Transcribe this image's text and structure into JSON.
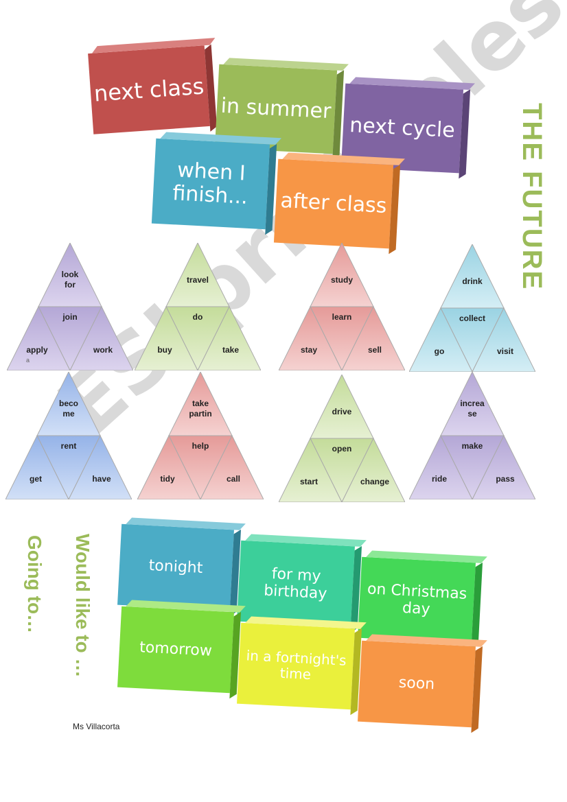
{
  "heading": "THE FUTURE",
  "time_blocks_top": [
    {
      "text": "next class",
      "color": "#c0504d",
      "side": "#8e3634",
      "top": "#d9807e"
    },
    {
      "text": "in summer",
      "color": "#9bbb59",
      "side": "#6f8a3c",
      "top": "#bcd38e"
    },
    {
      "text": "next cycle",
      "color": "#8064a2",
      "side": "#5b4476",
      "top": "#a892c4"
    },
    {
      "text": "when I finish...",
      "color": "#4bacc6",
      "side": "#2f7c91",
      "top": "#86cadb"
    },
    {
      "text": "after class",
      "color": "#f79646",
      "side": "#c06a23",
      "top": "#fab47f"
    }
  ],
  "pyramids": [
    {
      "words": [
        "look for",
        "join",
        "apply",
        "work"
      ],
      "colors": [
        "#b4a7d6",
        "#dcd4ee"
      ]
    },
    {
      "words": [
        "travel",
        "do",
        "buy",
        "take"
      ],
      "colors": [
        "#c4dc9a",
        "#e6f0d3"
      ]
    },
    {
      "words": [
        "study",
        "learn",
        "stay",
        "sell"
      ],
      "colors": [
        "#e59a98",
        "#f5d2d1"
      ]
    },
    {
      "words": [
        "drink",
        "collect",
        "go",
        "visit"
      ],
      "colors": [
        "#9ad3e3",
        "#d5eef5"
      ]
    },
    {
      "words": [
        "beco me",
        "rent",
        "get",
        "have"
      ],
      "colors": [
        "#95b3e8",
        "#d2e0f7"
      ]
    },
    {
      "words": [
        "take partin",
        "help",
        "tidy",
        "call"
      ],
      "colors": [
        "#e59a98",
        "#f5d2d1"
      ]
    },
    {
      "words": [
        "drive",
        "open",
        "start",
        "change"
      ],
      "colors": [
        "#c4dc9a",
        "#e6f0d3"
      ]
    },
    {
      "words": [
        "increa se",
        "make",
        "ride",
        "pass"
      ],
      "colors": [
        "#b4a7d6",
        "#dcd4ee"
      ]
    }
  ],
  "small_mark": "a",
  "side_label_1": "Going to…",
  "side_label_2": "Would like to …",
  "time_blocks_bottom": [
    {
      "text": "tonight",
      "color": "#4bacc6",
      "side": "#2f7c91",
      "top": "#86cadb"
    },
    {
      "text": "for my birthday",
      "color": "#3ccf9a",
      "side": "#249a70",
      "top": "#7fe2bd"
    },
    {
      "text": "on Christmas day",
      "color": "#44d857",
      "side": "#2a9e3a",
      "top": "#8ce896"
    },
    {
      "text": "tomorrow",
      "color": "#7edc3c",
      "side": "#57a422",
      "top": "#aeea85"
    },
    {
      "text": "in a fortnight's time",
      "color": "#eaf03c",
      "side": "#b3b822",
      "top": "#f3f68d"
    },
    {
      "text": "soon",
      "color": "#f79646",
      "side": "#c06a23",
      "top": "#fab47f"
    }
  ],
  "watermark": "ESLprintables.com",
  "author": "Ms Villacorta"
}
